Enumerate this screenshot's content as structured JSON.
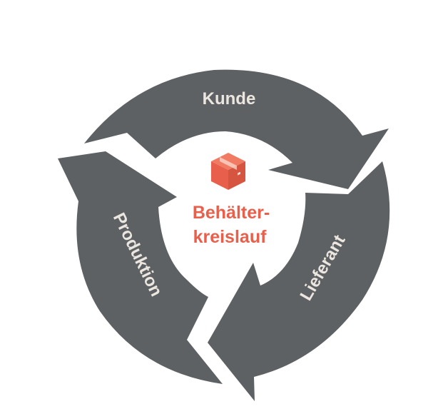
{
  "diagram": {
    "center": {
      "line1": "Behälter-",
      "line2": "kreislauf",
      "icon": "box-icon",
      "accent_color": "#e8604c"
    },
    "segments": [
      {
        "label": "Kunde"
      },
      {
        "label": "Lieferant"
      },
      {
        "label": "Produktion"
      }
    ],
    "segment_color": "#5e6163"
  }
}
